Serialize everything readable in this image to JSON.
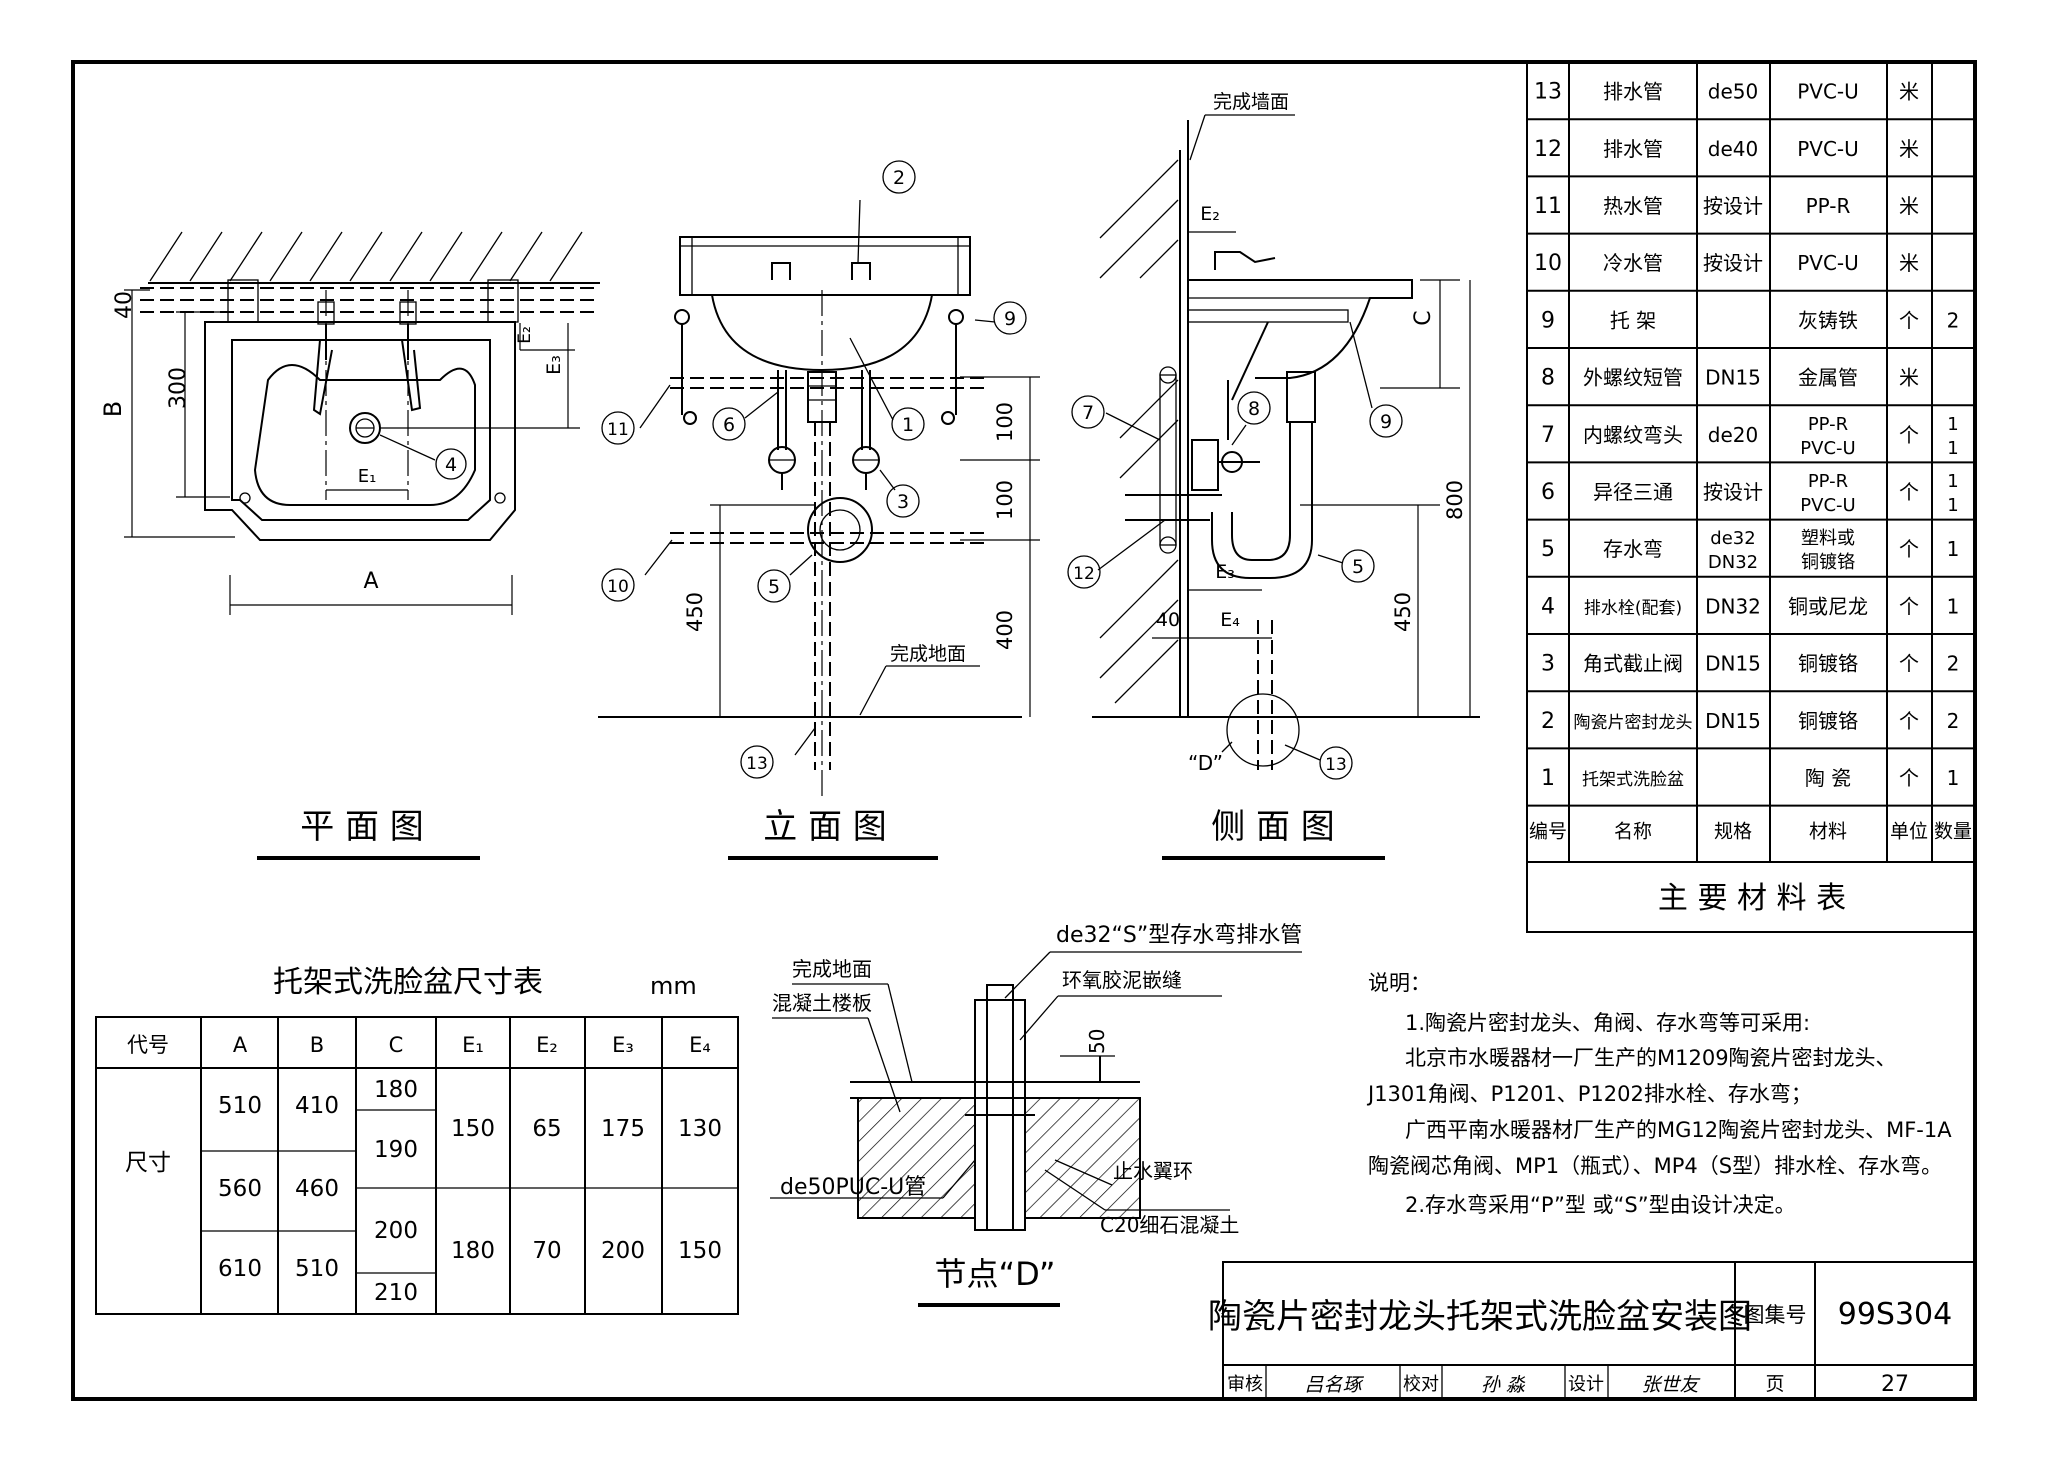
{
  "plan_view": {
    "title": "平 面 图",
    "dims": {
      "d40": "40",
      "d300": "300",
      "B": "B",
      "E2": "E₂",
      "E3": "E₃",
      "E1": "E₁",
      "A": "A"
    },
    "callouts": [
      "4"
    ]
  },
  "elevation_view": {
    "title": "立 面 图",
    "dims": {
      "d100a": "100",
      "d100b": "100",
      "d400": "400",
      "d450": "450"
    },
    "floor_label": "完成地面",
    "callouts": [
      "2",
      "9",
      "1",
      "11",
      "6",
      "3",
      "10",
      "5",
      "13"
    ]
  },
  "side_view": {
    "title": "侧 面 图",
    "wall_label": "完成墙面",
    "dims": {
      "E2": "E₂",
      "C": "C",
      "d800": "800",
      "d450": "450",
      "E3": "E₃",
      "d40": "40",
      "E4": "E₄"
    },
    "detail_ref": "“D”",
    "callouts": [
      "7",
      "8",
      "9",
      "12",
      "5",
      "13"
    ]
  },
  "materials_table": {
    "caption": "主 要 材 料 表",
    "headers": [
      "编号",
      "名称",
      "规格",
      "材料",
      "单位",
      "数量"
    ],
    "rows": [
      {
        "no": "13",
        "name": "排水管",
        "spec": "de50",
        "material": "PVC-U",
        "unit": "米",
        "qty": ""
      },
      {
        "no": "12",
        "name": "排水管",
        "spec": "de40",
        "material": "PVC-U",
        "unit": "米",
        "qty": ""
      },
      {
        "no": "11",
        "name": "热水管",
        "spec": "按设计",
        "material": "PP-R",
        "unit": "米",
        "qty": ""
      },
      {
        "no": "10",
        "name": "冷水管",
        "spec": "按设计",
        "material": "PVC-U",
        "unit": "米",
        "qty": ""
      },
      {
        "no": "9",
        "name": "托 架",
        "spec": "",
        "material": "灰铸铁",
        "unit": "个",
        "qty": "2"
      },
      {
        "no": "8",
        "name": "外螺纹短管",
        "spec": "DN15",
        "material": "金属管",
        "unit": "米",
        "qty": ""
      },
      {
        "no": "7",
        "name": "内螺纹弯头",
        "spec": "de20",
        "material": "PP-R|PVC-U",
        "unit": "个",
        "qty": "1|1"
      },
      {
        "no": "6",
        "name": "异径三通",
        "spec": "按设计",
        "material": "PP-R|PVC-U",
        "unit": "个",
        "qty": "1|1"
      },
      {
        "no": "5",
        "name": "存水弯",
        "spec": "de32|DN32",
        "material": "塑料或|铜镀铬",
        "unit": "个",
        "qty": "1"
      },
      {
        "no": "4",
        "name": "排水栓(配套)",
        "spec": "DN32",
        "material": "铜或尼龙",
        "unit": "个",
        "qty": "1"
      },
      {
        "no": "3",
        "name": "角式截止阀",
        "spec": "DN15",
        "material": "铜镀铬",
        "unit": "个",
        "qty": "2"
      },
      {
        "no": "2",
        "name": "陶瓷片密封龙头",
        "spec": "DN15",
        "material": "铜镀铬",
        "unit": "个",
        "qty": "2"
      },
      {
        "no": "1",
        "name": "托架式洗脸盆",
        "spec": "",
        "material": "陶 瓷",
        "unit": "个",
        "qty": "1"
      }
    ]
  },
  "size_table": {
    "title": "托架式洗脸盆尺寸表",
    "unit": "mm",
    "headers": [
      "代号",
      "A",
      "B",
      "C",
      "E₁",
      "E₂",
      "E₃",
      "E₄"
    ],
    "row_label": "尺寸",
    "A": [
      "510",
      "560",
      "610"
    ],
    "B": [
      "410",
      "460",
      "510"
    ],
    "C": [
      "180",
      "190",
      "200",
      "210"
    ],
    "E1": [
      "150",
      "180"
    ],
    "E2": [
      "65",
      "70"
    ],
    "E3": [
      "175",
      "200"
    ],
    "E4": [
      "130",
      "150"
    ]
  },
  "detail_d": {
    "title": "节点“D”",
    "labels": {
      "trap_pipe": "de32“S”型存水弯排水管",
      "epoxy": "环氧胶泥嵌缝",
      "floor": "完成地面",
      "slab": "混凝土楼板",
      "d50": "50",
      "pipe": "de50PUC-U管",
      "ring": "止水翼环",
      "concrete": "C20细石混凝土"
    }
  },
  "notes": {
    "heading": "说明：",
    "lines": [
      "1.陶瓷片密封龙头、角阀、存水弯等可采用:",
      "北京市水暖器材一厂生产的M1209陶瓷片密封龙头、",
      "J1301角阀、P1201、P1202排水栓、存水弯；",
      "广西平南水暖器材厂生产的MG12陶瓷片密封龙头、MF-1A",
      "陶瓷阀芯角阀、MP1（瓶式）、MP4（S型）排水栓、存水弯。",
      "2.存水弯采用“P”型 或“S”型由设计决定。"
    ]
  },
  "title_block": {
    "title": "陶瓷片密封龙头托架式洗脸盆安装图",
    "atlas_label": "图集号",
    "atlas_no": "99S304",
    "review_label": "审核",
    "review_sign": "吕名琢",
    "check_label": "校对",
    "check_sign": "孙 淼",
    "design_label": "设计",
    "design_sign": "张世友",
    "page_label": "页",
    "page_no": "27"
  }
}
